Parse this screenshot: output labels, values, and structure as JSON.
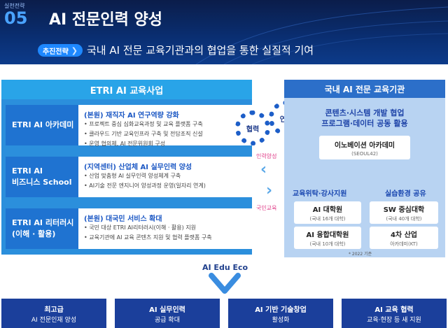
{
  "header": {
    "kicker": "실천전략",
    "number": "05",
    "title": "AI 전문인력 양성",
    "pill": "추진전략",
    "subtitle": "국내 AI 전문 교육기관과의 협업을 통한 실질적 기여"
  },
  "left": {
    "title": "ETRI AI 교육사업",
    "programs": [
      {
        "label": [
          "ETRI AI 아카데미"
        ],
        "heading": "(본원) 재직자 AI 연구역량 강화",
        "bullets": [
          "프로젝트 중심 심화교육과정 및 교육 플랫폼 구축",
          "클라우드 기반 교육인프라 구축 및 전담조직 신설",
          "운영 협의체, AI 전문위원회 구성"
        ]
      },
      {
        "label": [
          "ETRI AI",
          "비즈니스 School"
        ],
        "heading": "(지역센터) 산업체 AI 실무인력 양성",
        "bullets": [
          "산업 맞춤형 AI 실무인력 양성체계 구축",
          "AI기술 전문 엔지니어 양성과정 운영(일자리 연계)"
        ]
      },
      {
        "label": [
          "ETRI AI 리터러시",
          "(이해 · 활용)"
        ],
        "heading": "(본원) 대국민 서비스 확대",
        "bullets": [
          "국민 대상 ETRI AI리터러시(이해 · 활용) 지원",
          "교육기관에 AI 교육 콘텐츠 지원 및 협력 플랫폼 구축"
        ]
      }
    ]
  },
  "middle": {
    "gear_left": "협력",
    "gear_right": "연계",
    "label_top": "인력양성",
    "label_bottom": "국민교육"
  },
  "right": {
    "title": "국내 AI 전문 교육기관",
    "intro": [
      "콘텐츠·시스템 개발 협업",
      "프로그램·데이터 공동 활용"
    ],
    "top_box": {
      "name": "이노베이션 아카데미",
      "sub": "(SEOUL42)"
    },
    "col1_title": "교육위탁·강사지원",
    "col2_title": "실습환경 공유",
    "col1": [
      {
        "name": "AI 대학원",
        "sub": "(국내 16개 대학)"
      },
      {
        "name": "AI 융합대학원",
        "sub": "(국내 10개 대학)"
      }
    ],
    "col2": [
      {
        "name": "SW 중심대학",
        "sub": "(국내 40개 대학)"
      },
      {
        "name": "4차 산업",
        "sub": "아카데미(KT)"
      }
    ],
    "note": "* 2022 기준"
  },
  "eco": {
    "label": "AI Edu Eco"
  },
  "bottom": [
    {
      "a": "최고급",
      "b": "AI 전문인재 양성"
    },
    {
      "a": "AI 실무인력",
      "b": "공급 확대"
    },
    {
      "a": "AI 기반 기술창업",
      "b": "활성화"
    },
    {
      "a": "AI 교육 협력",
      "b": "교육·현장 등 새 지원"
    }
  ],
  "colors": {
    "navy": "#0b1d4a",
    "accent": "#1e88ff",
    "panel": "#2b8fdc",
    "pink": "#e0408a"
  }
}
